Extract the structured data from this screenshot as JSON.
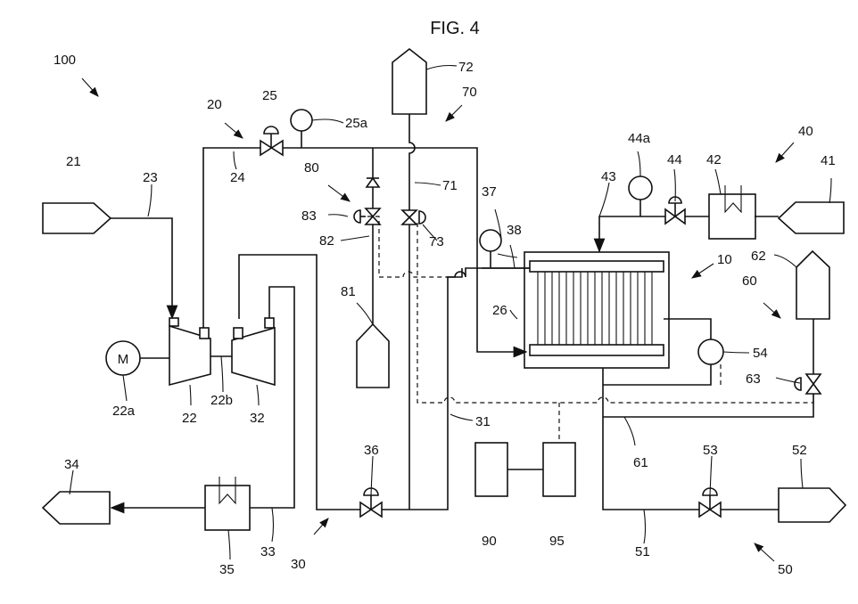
{
  "figure": {
    "title": "FIG. 4"
  },
  "labels": {
    "l100": "100",
    "l20": "20",
    "l25": "25",
    "l25a": "25a",
    "l72": "72",
    "l70": "70",
    "l80": "80",
    "l71": "71",
    "l24": "24",
    "l21": "21",
    "l23": "23",
    "l83": "83",
    "l82": "82",
    "l73": "73",
    "l37": "37",
    "l38": "38",
    "l44a": "44a",
    "l44": "44",
    "l42": "42",
    "l40": "40",
    "l41": "41",
    "l43": "43",
    "l10": "10",
    "l62": "62",
    "l60": "60",
    "l81": "81",
    "l26": "26",
    "l54": "54",
    "l63": "63",
    "lM": "M",
    "l22a": "22a",
    "l22": "22",
    "l22b": "22b",
    "l32": "32",
    "l31": "31",
    "l61": "61",
    "l36": "36",
    "l53": "53",
    "l52": "52",
    "l34": "34",
    "l90": "90",
    "l95": "95",
    "l35": "35",
    "l33": "33",
    "l30": "30",
    "l51": "51",
    "l50": "50"
  }
}
